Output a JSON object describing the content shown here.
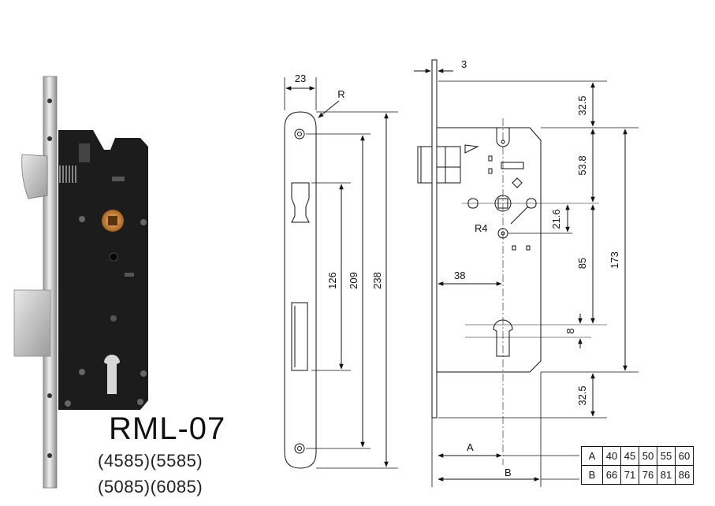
{
  "product": {
    "model": "RML-07",
    "variants": [
      "(4585)(5585)",
      "(5085)(6085)"
    ]
  },
  "front_view": {
    "width_label": "23",
    "radius_label": "R",
    "dims": [
      "126",
      "209",
      "238"
    ]
  },
  "side_view": {
    "plate_label": "3",
    "top_dims": [
      "32.5",
      "53.8"
    ],
    "spindle_dims": [
      "21.6",
      "85",
      "173"
    ],
    "radius_label": "R4",
    "cylinder_offset": "38",
    "cylinder_width": "8",
    "bottom_dim": "32.5",
    "a_label": "A",
    "b_label": "B"
  },
  "size_table": {
    "rows": [
      {
        "label": "A",
        "values": [
          "40",
          "45",
          "50",
          "55",
          "60"
        ]
      },
      {
        "label": "B",
        "values": [
          "66",
          "71",
          "76",
          "81",
          "86"
        ]
      }
    ]
  },
  "colors": {
    "lock_body": "#1c1c1c",
    "faceplate": "#c9c9c9",
    "brass": "#c8843c",
    "line": "#111111"
  }
}
